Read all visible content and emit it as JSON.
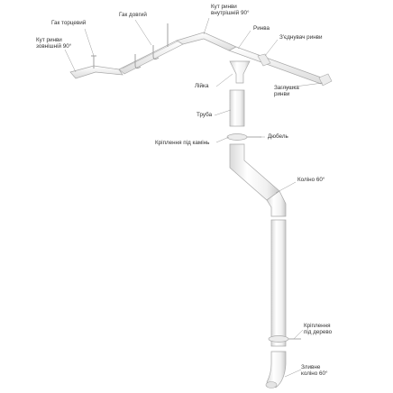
{
  "labels": {
    "gak_tortsevyi": "Гак торцевий",
    "gak_dovhyi": "Гак довгий",
    "kut_vnutrishnii_1": "Кут ринви",
    "kut_vnutrishnii_2": "внутрішній 90°",
    "kut_zovnishnii_1": "Кут ринви",
    "kut_zovnishnii_2": "зовнішній 90°",
    "rynva": "Ринва",
    "ziednuvach": "З'єднувач ринви",
    "liika": "Лійка",
    "zahlushka_1": "Заглушка",
    "zahlushka_2": "ринви",
    "truba": "Труба",
    "kriplennia_kamin": "Кріплення під камінь",
    "diubel": "Дюбель",
    "kolino_60": "Коліно 60°",
    "kriplennia_derevo_1": "Кріплення",
    "kriplennia_derevo_2": "під дерево",
    "zlyvne_1": "Зливне",
    "zlyvne_2": "коліно 60°"
  },
  "colors": {
    "text": "#333333",
    "part_fill": "#f3f3f3",
    "part_stroke": "#a8a8a8",
    "leader": "#9a9a9a"
  }
}
